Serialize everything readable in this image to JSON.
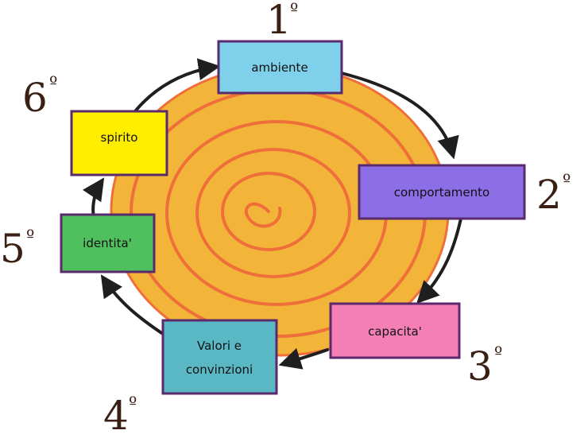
{
  "steps": [
    {
      "order": 1,
      "label": "ambiente",
      "number": "1",
      "ordinal_mark": "º",
      "color": "#7fd0ea"
    },
    {
      "order": 2,
      "label": "comportamento",
      "number": "2",
      "ordinal_mark": "º",
      "color": "#8c6ee6"
    },
    {
      "order": 3,
      "label": "capacita'",
      "number": "3",
      "ordinal_mark": "º",
      "color": "#f47fb5"
    },
    {
      "order": 4,
      "label_line1": "Valori e",
      "label_line2": "convinzioni",
      "number": "4",
      "ordinal_mark": "º",
      "color": "#5ab8c5"
    },
    {
      "order": 5,
      "label": "identita'",
      "number": "5",
      "ordinal_mark": "º",
      "color": "#50bf5e"
    },
    {
      "order": 6,
      "label": "spirito",
      "number": "6",
      "ordinal_mark": "º",
      "color": "#ffee00"
    }
  ],
  "colors": {
    "disc_fill": "#f2b53a",
    "spiral_stroke": "#ee6f3a",
    "arrow_stroke": "#1f1f1f",
    "number_ink": "#3a1f14",
    "box_outline": "#5b2a6d"
  },
  "flow": "clockwise"
}
